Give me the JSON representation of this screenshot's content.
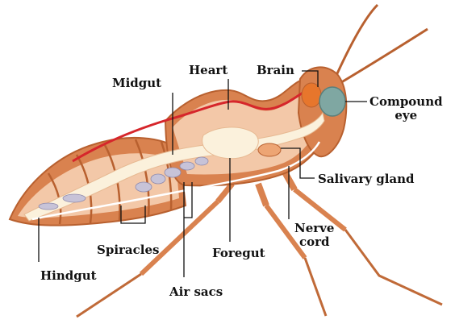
{
  "colors": {
    "background": "#ffffff",
    "exoskeleton": "#d9824f",
    "exoskeleton_dark": "#b8602f",
    "exoskeleton_light": "#eda574",
    "inner_cavity": "#f3c8a8",
    "gut": "#fbf1dc",
    "heart_vessel": "#d6262b",
    "nerve_cord": "#ffffff",
    "eye": "#7fa7a2",
    "brain": "#e7762c",
    "air_sacs": "#c7c3d8",
    "leader_lines": "#111111"
  },
  "labels": {
    "midgut": "Midgut",
    "heart": "Heart",
    "brain": "Brain",
    "compound_eye_line1": "Compound",
    "compound_eye_line2": "eye",
    "salivary_gland": "Salivary gland",
    "nerve_cord_line1": "Nerve",
    "nerve_cord_line2": "cord",
    "foregut": "Foregut",
    "spiracles": "Spiracles",
    "air_sacs": "Air sacs",
    "hindgut": "Hindgut"
  }
}
